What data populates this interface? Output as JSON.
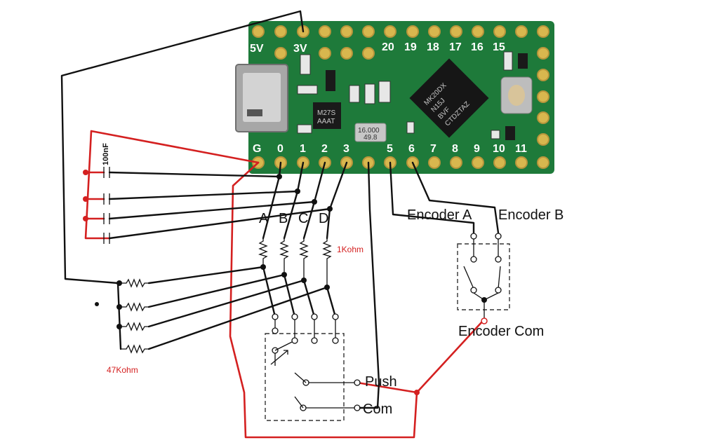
{
  "board": {
    "top_pins": [
      "5V",
      "3V",
      "20",
      "19",
      "18",
      "17",
      "16",
      "15"
    ],
    "bottom_pins": [
      "G",
      "0",
      "1",
      "2",
      "3",
      "5",
      "6",
      "7",
      "8",
      "9",
      "10",
      "11"
    ],
    "chip_lines": [
      "MK20DX",
      "N15J",
      "BVF",
      "CTDZTAZ"
    ],
    "small_chip_lines": [
      "M27S",
      "AAAT"
    ],
    "crystal_text": [
      "16.000",
      "49.8"
    ]
  },
  "labels": {
    "cap_value": "100nF",
    "res_top_value": "1Kohm",
    "res_bottom_value": "47Kohm",
    "ch_a": "A",
    "ch_b": "B",
    "ch_c": "C",
    "ch_d": "D",
    "encoder_a": "Encoder A",
    "encoder_b": "Encoder B",
    "encoder_com": "Encoder Com",
    "push": "Push",
    "com": "Com"
  },
  "colors": {
    "board": "#1e7a3a",
    "pad": "#d8b74e",
    "wire": "#111111",
    "ground_wire": "#d42020"
  }
}
